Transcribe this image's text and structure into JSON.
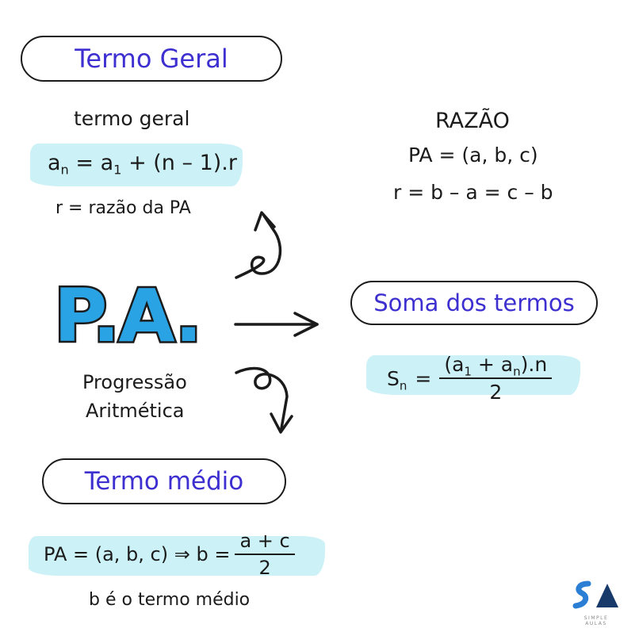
{
  "termo_geral": {
    "heading": "Termo Geral",
    "subtitle": "termo geral",
    "formula_lhs": "a",
    "formula_lhs_sub": "n",
    "formula_eq1": "= a",
    "formula_a1_sub": "1",
    "formula_rest": " + (n – 1).r",
    "note": "r = razão da PA"
  },
  "razao": {
    "title": "RAZÃO",
    "line1": "PA = (a, b, c)",
    "line2": "r = b – a = c – b"
  },
  "center": {
    "title": "P.A.",
    "subtitle_line1": "Progressão",
    "subtitle_line2": "Aritmética"
  },
  "soma": {
    "heading": "Soma dos termos",
    "lhs": "S",
    "lhs_sub": "n",
    "eq": "=",
    "num_open": "(a",
    "num_a1_sub": "1",
    "num_mid": " + a",
    "num_an_sub": "n",
    "num_close": ").n",
    "den": "2"
  },
  "termo_medio": {
    "heading": "Termo médio",
    "formula_left": "PA = (a, b, c) ⇒ b =",
    "num": "a + c",
    "den": "2",
    "note": "b é o termo médio"
  },
  "logo": {
    "mark": "SA",
    "caption": "SIMPLE AULAS"
  },
  "colors": {
    "accent_text": "#3d2fd0",
    "highlight": "#c9f0f6",
    "pa_fill": "#2aa3e4",
    "ink": "#1b1b1b"
  }
}
